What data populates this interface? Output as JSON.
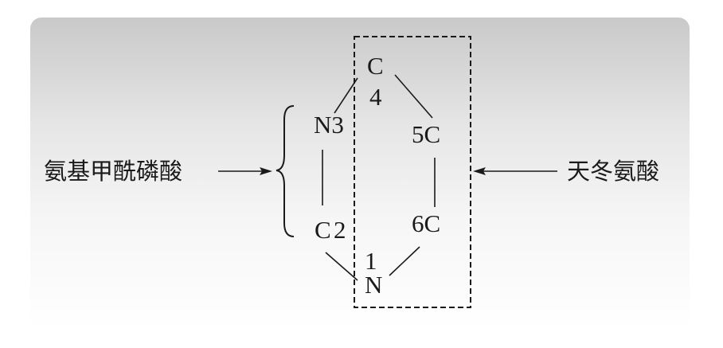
{
  "diagram": {
    "left_label": "氨基甲酰磷酸",
    "right_label": "天冬氨酸",
    "atoms": {
      "c4_symbol": "C",
      "c4_number": "4",
      "n3": "N3",
      "c5": "5C",
      "c6": "6C",
      "c2_symbol": "C",
      "c2_number": "2",
      "n1_number": "1",
      "n1_symbol": "N"
    }
  }
}
